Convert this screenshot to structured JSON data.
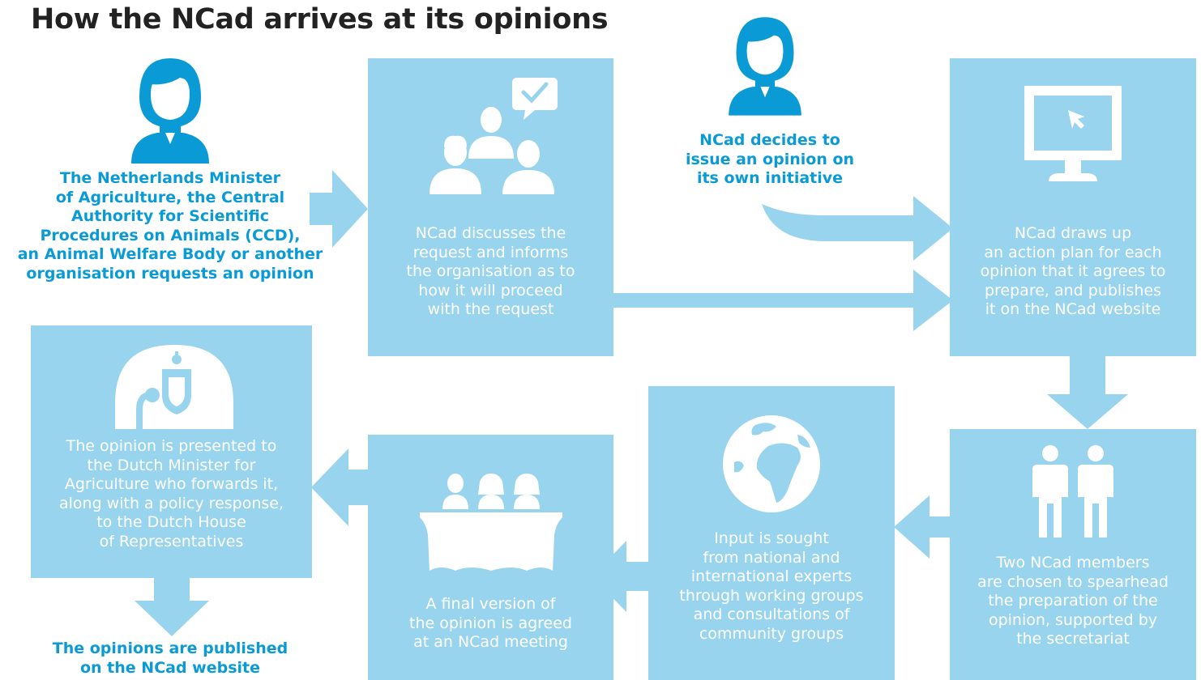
{
  "title": "How the NCad arrives at its opinions",
  "colors": {
    "box": "#99d4ee",
    "arrow": "#99d4ee",
    "actor": "#0a9bd7",
    "title": "#222222",
    "box_text": "#ffffff"
  },
  "actors": {
    "requester": {
      "icon": "person-icon",
      "lines": [
        "The Netherlands Minister",
        "of  Agriculture, the Central",
        "Authority for Scientific",
        "Procedures on Animals (CCD),",
        "an Animal Welfare Body or another",
        "organisation requests an opinion"
      ]
    },
    "ncad_initiative": {
      "icon": "person-icon",
      "lines": [
        "NCad decides to",
        "issue an opinion on",
        "its own initiative"
      ]
    }
  },
  "steps": {
    "discuss": {
      "icon": "meeting-chat-icon",
      "lines": [
        "NCad discusses the",
        "request and informs",
        "the organisation as to",
        "how it will proceed",
        "with the request"
      ]
    },
    "action_plan": {
      "icon": "monitor-cursor-icon",
      "lines": [
        "NCad draws up",
        "an action plan for each",
        "opinion that it agrees to",
        "prepare, and publishes",
        "it on the NCad  website"
      ]
    },
    "members": {
      "icon": "two-people-icon",
      "lines": [
        "Two NCad members",
        "are chosen to spearhead",
        "the preparation of the",
        "opinion, supported by",
        "the secretariat"
      ]
    },
    "input": {
      "icon": "globe-icon",
      "lines": [
        "Input is sought",
        "from national and",
        "international experts",
        "through working groups",
        "and consultations of",
        "community groups"
      ]
    },
    "final": {
      "icon": "panel-table-icon",
      "lines": [
        "A final version of",
        "the opinion is agreed",
        "at an NCad meeting"
      ]
    },
    "presented": {
      "icon": "parliament-emblem-icon",
      "lines": [
        "The opinion is presented to",
        "the Dutch Minister for",
        "Agriculture who forwards it,",
        "along with a policy response,",
        "to the Dutch House",
        "of Representatives"
      ]
    }
  },
  "outcome": {
    "lines": [
      "The opinions are published",
      "on the NCad website"
    ]
  }
}
